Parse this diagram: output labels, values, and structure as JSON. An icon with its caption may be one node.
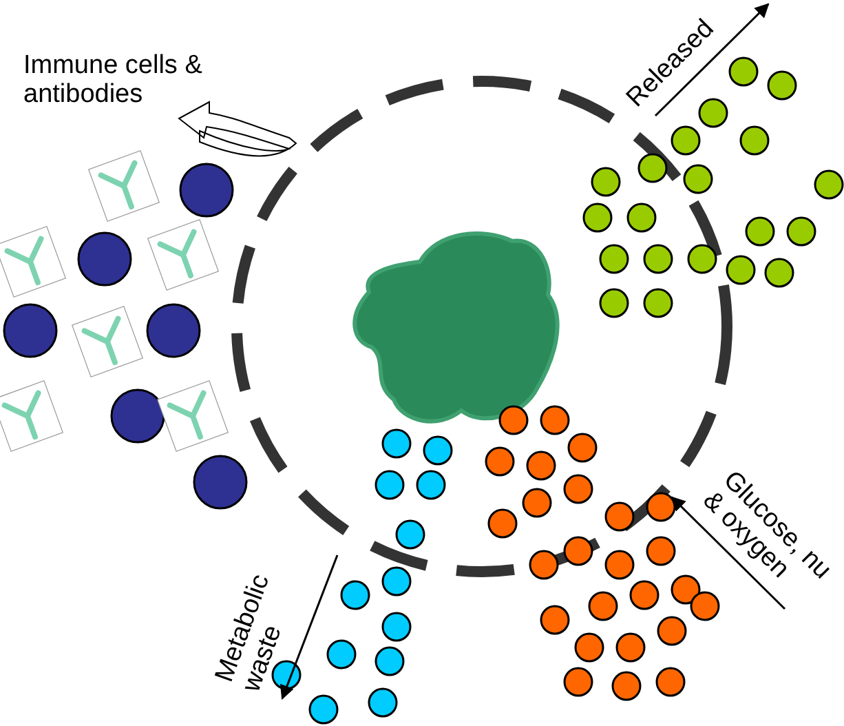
{
  "diagram": {
    "labels": [
      "Immune cells & antibodies",
      "Released",
      "Glucose, nu & oxygen",
      "Metabolic waste"
    ]
  }
}
